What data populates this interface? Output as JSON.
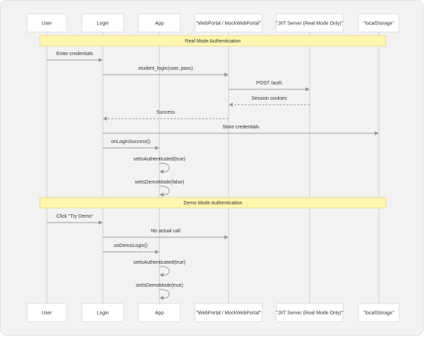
{
  "participants": [
    {
      "id": "user",
      "label": "User"
    },
    {
      "id": "login",
      "label": "Login"
    },
    {
      "id": "app",
      "label": "App"
    },
    {
      "id": "webportal",
      "label": "\"WebPortal / MockWebPortal\""
    },
    {
      "id": "jiit",
      "label": "\"JIIT Server (Real Mode Only)\""
    },
    {
      "id": "localstorage",
      "label": "\"localStorage\""
    }
  ],
  "notes": [
    {
      "id": "real-mode-note",
      "label": "Real Mode Authentication"
    },
    {
      "id": "demo-mode-note",
      "label": "Demo Mode Authentication"
    }
  ],
  "messages": [
    {
      "from": "user",
      "to": "login",
      "label": "Enter credentials",
      "style": "solid"
    },
    {
      "from": "login",
      "to": "webportal",
      "label": "student_login(user, pass)",
      "style": "solid"
    },
    {
      "from": "webportal",
      "to": "jiit",
      "label": "POST /auth",
      "style": "solid"
    },
    {
      "from": "jiit",
      "to": "webportal",
      "label": "Session cookies",
      "style": "dashed"
    },
    {
      "from": "webportal",
      "to": "login",
      "label": "Success",
      "style": "dashed"
    },
    {
      "from": "login",
      "to": "localstorage",
      "label": "Store credentials",
      "style": "solid"
    },
    {
      "from": "login",
      "to": "app",
      "label": "onLoginSuccess()",
      "style": "solid"
    },
    {
      "from": "app",
      "to": "app",
      "label": "setIsAuthenticated(true)",
      "style": "self"
    },
    {
      "from": "app",
      "to": "app",
      "label": "setIsDemoMode(false)",
      "style": "self"
    },
    {
      "from": "user",
      "to": "login",
      "label": "Click \"Try Demo\"",
      "style": "solid"
    },
    {
      "from": "login",
      "to": "webportal",
      "label": "No actual call",
      "style": "solid"
    },
    {
      "from": "login",
      "to": "app",
      "label": "onDemoLogin()",
      "style": "solid"
    },
    {
      "from": "app",
      "to": "app",
      "label": "setIsAuthenticated(true)",
      "style": "self"
    },
    {
      "from": "app",
      "to": "app",
      "label": "setIsDemoMode(true)",
      "style": "self"
    }
  ]
}
